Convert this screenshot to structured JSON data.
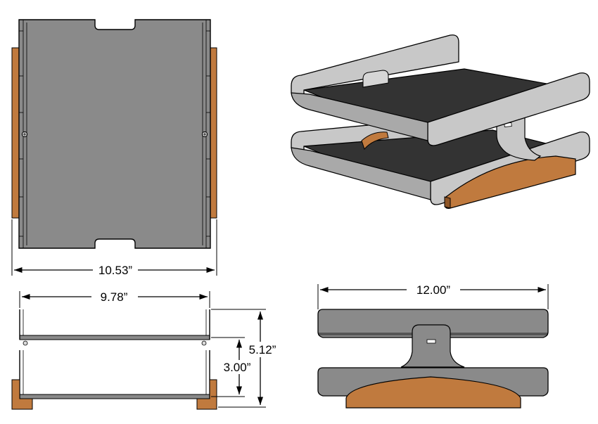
{
  "dimensions": {
    "top_view_width": "10.53”",
    "front_view_width": "9.78”",
    "front_view_height": "5.12”",
    "tier_spacing": "3.00”",
    "side_view_width": "12.00”"
  },
  "colors": {
    "tray_face": "#8a8a8a",
    "tray_face_light": "#c8c8c8",
    "tray_dark": "#3a3a3a",
    "wood": "#c07a3e",
    "wood_dark": "#8e5526",
    "line": "#000000"
  }
}
